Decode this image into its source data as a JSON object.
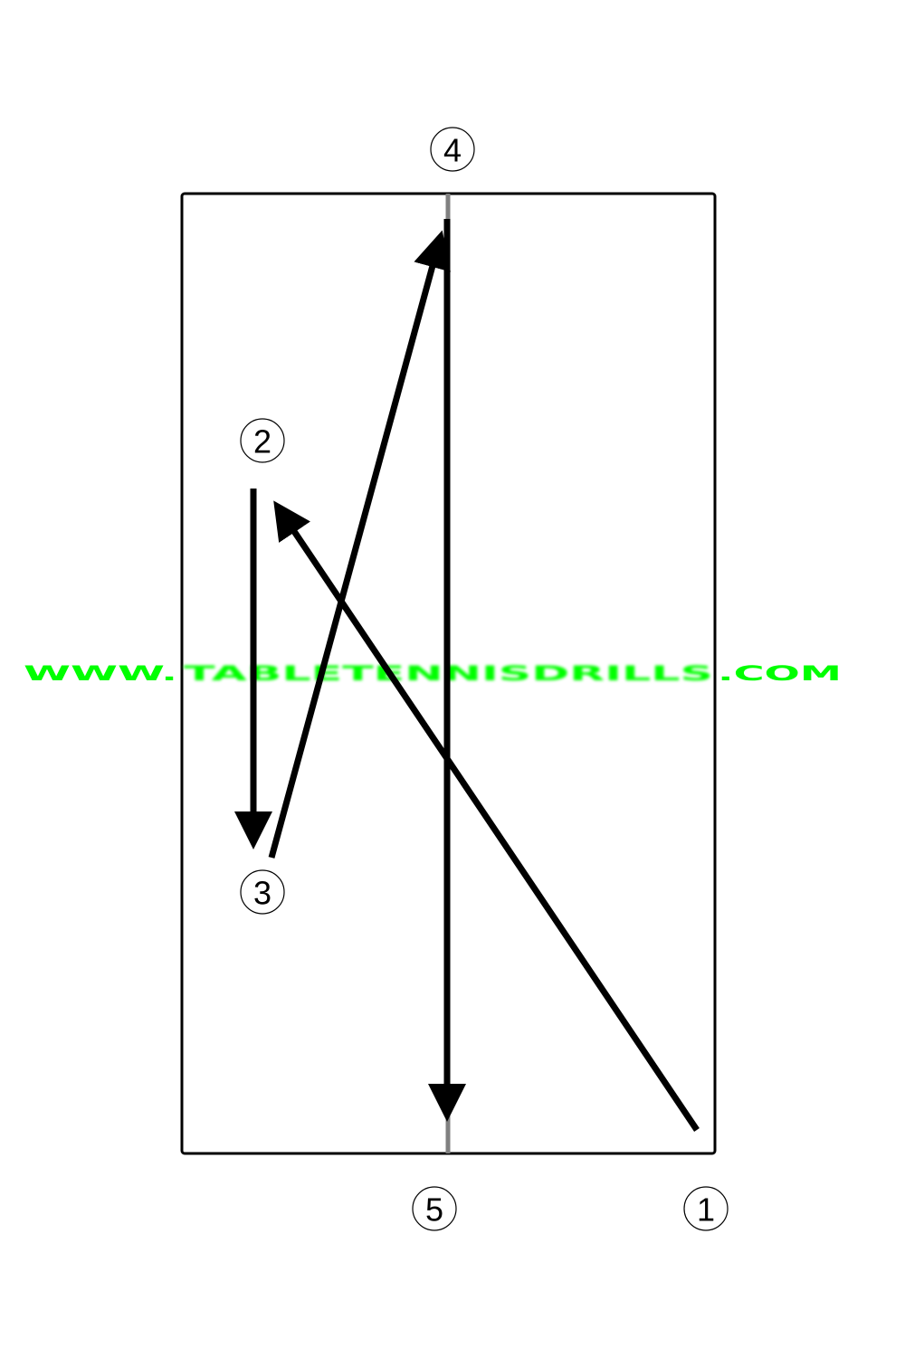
{
  "diagram": {
    "title": "Table tennis drill diagram",
    "watermark": {
      "www": "WWW.",
      "site": "TABLETENNISDRILLS",
      "tld": ".COM"
    },
    "colors": {
      "arrow": "#000000",
      "net": "#808080",
      "watermark": "#00ff00",
      "accent": "#00ffff"
    },
    "positions": [
      {
        "id": "p1",
        "label": "1"
      },
      {
        "id": "p2",
        "label": "2"
      },
      {
        "id": "p3",
        "label": "3"
      },
      {
        "id": "p4",
        "label": "4"
      },
      {
        "id": "p5",
        "label": "5"
      }
    ],
    "shots": [
      {
        "from": "1",
        "to": "2"
      },
      {
        "from": "2",
        "to": "3"
      },
      {
        "from": "3",
        "to": "4"
      },
      {
        "from": "4",
        "to": "5"
      }
    ]
  }
}
